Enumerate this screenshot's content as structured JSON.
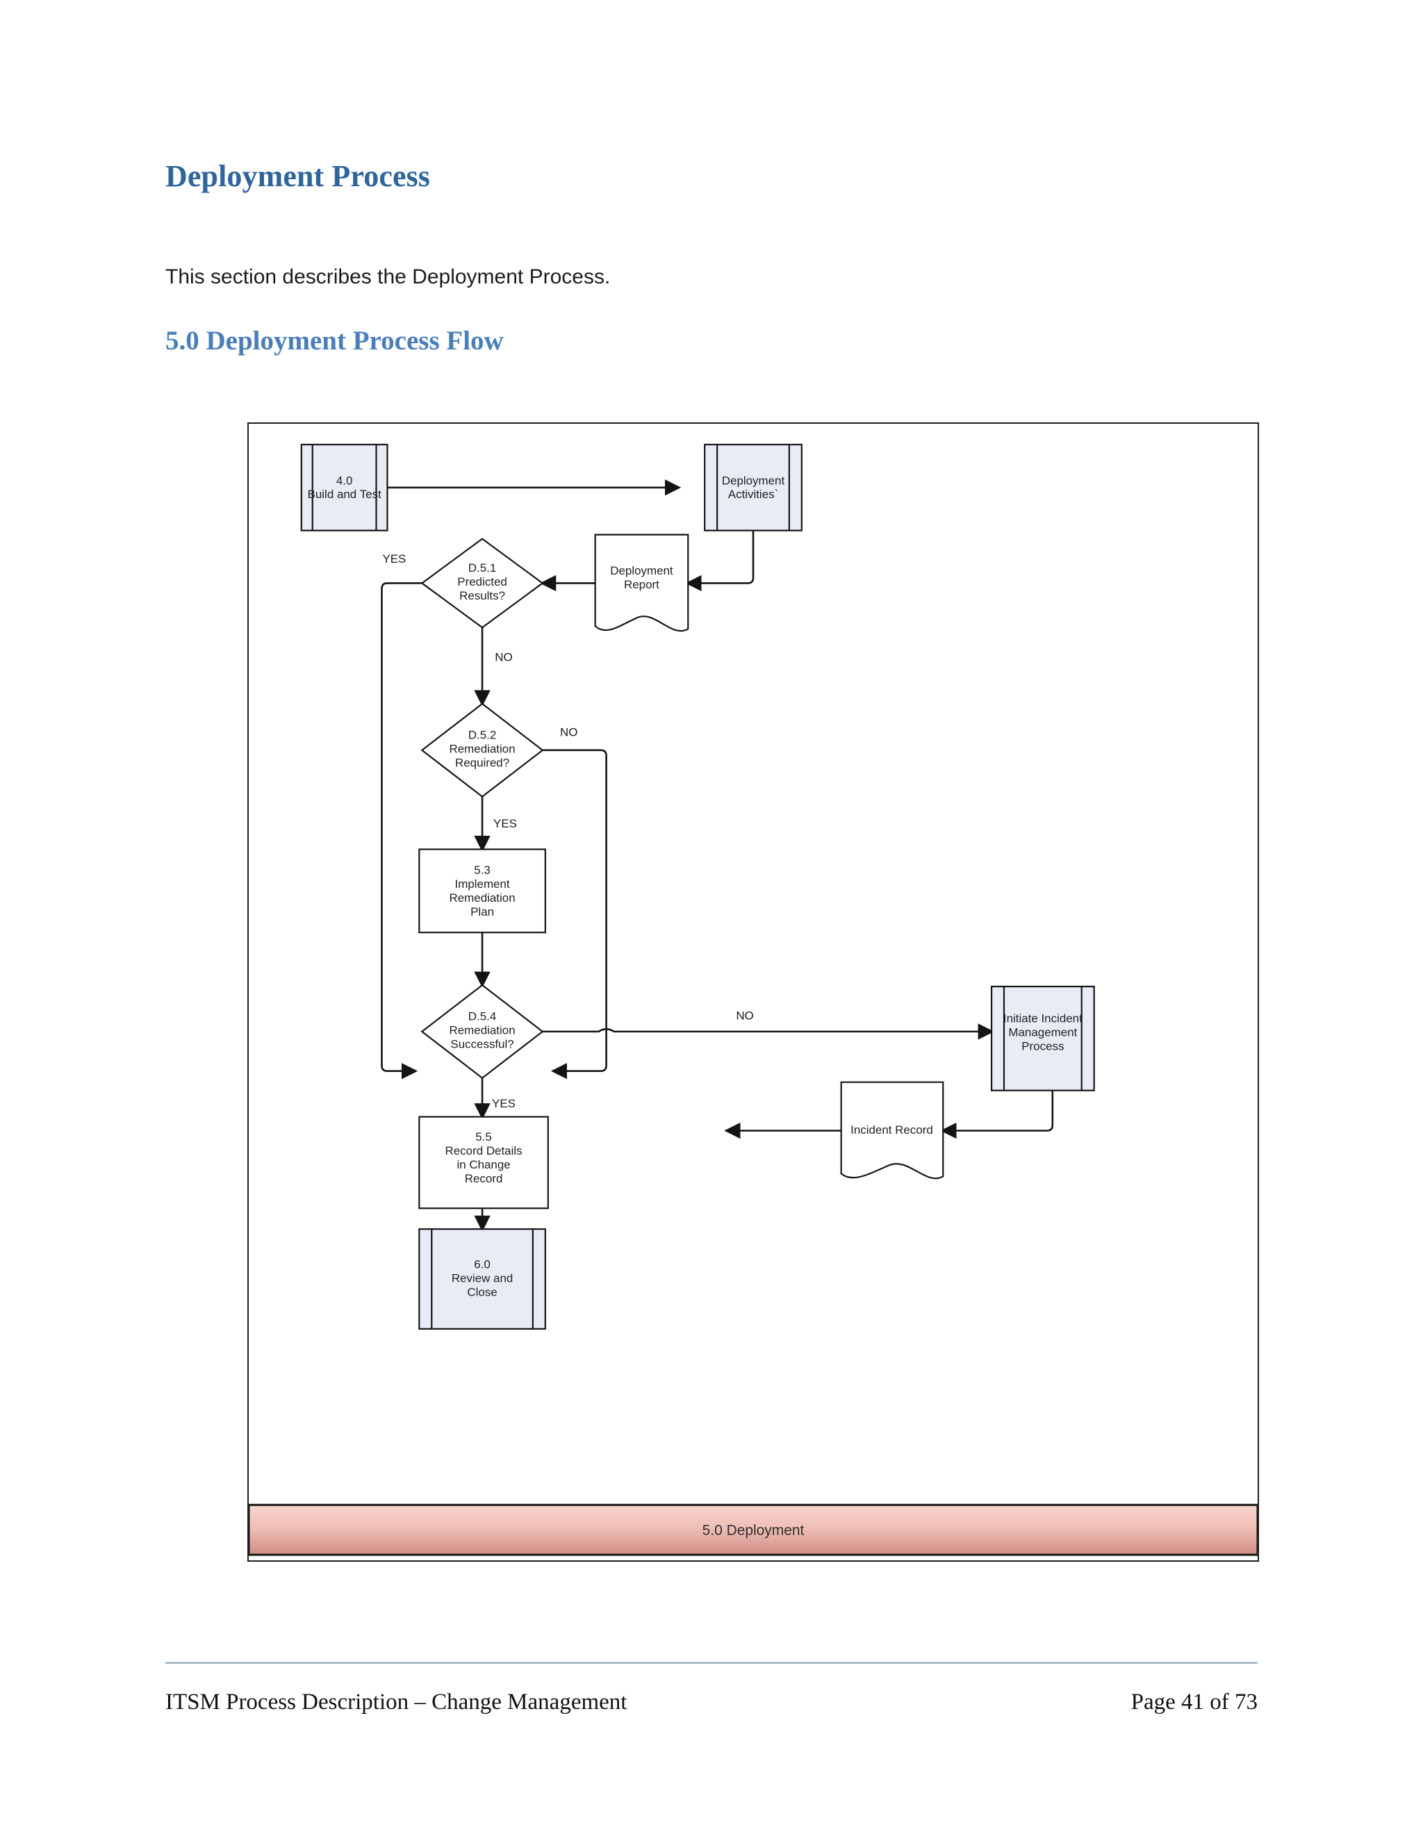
{
  "document": {
    "title": "Deployment Process",
    "intro": "This section describes the Deployment Process.",
    "section_heading": "5.0 Deployment Process Flow",
    "title_color": "#2e659b",
    "heading_color": "#4a7ebb"
  },
  "footer": {
    "left": "ITSM Process Description – Change Management",
    "right": "Page 41  of 73",
    "rule_color": "#a8bcc9"
  },
  "flowchart": {
    "band_label": "5.0 Deployment",
    "band_color_light": "#f3c9c2",
    "band_color_dark": "#cd8b83",
    "predefined_fill": "#e8ecf6",
    "nodes": {
      "build_and_test": {
        "line1": "4.0",
        "line2": "Build and Test"
      },
      "deployment_activities": {
        "line1": "Deployment",
        "line2": "Activities`"
      },
      "deployment_report": {
        "line1": "Deployment",
        "line2": "Report"
      },
      "d51": {
        "line1": "D.5.1",
        "line2": "Predicted",
        "line3": "Results?"
      },
      "d52": {
        "line1": "D.5.2",
        "line2": "Remediation",
        "line3": "Required?"
      },
      "implement_remediation": {
        "line1": "5.3",
        "line2": "Implement",
        "line3": "Remediation",
        "line4": "Plan"
      },
      "d54": {
        "line1": "D.5.4",
        "line2": "Remediation",
        "line3": "Successful?"
      },
      "initiate_incident": {
        "line1": "Initiate Incident",
        "line2": "Management",
        "line3": "Process"
      },
      "incident_record": {
        "line1": "Incident Record"
      },
      "record_details": {
        "line1": "5.5",
        "line2": "Record Details",
        "line3": "in Change",
        "line4": "Record"
      },
      "review_and_close": {
        "line1": "6.0",
        "line2": "Review and",
        "line3": "Close"
      }
    },
    "edge_labels": {
      "d51_yes": "YES",
      "d51_no": "NO",
      "d52_no": "NO",
      "d52_yes": "YES",
      "d54_no": "NO",
      "d54_yes": "YES"
    }
  }
}
